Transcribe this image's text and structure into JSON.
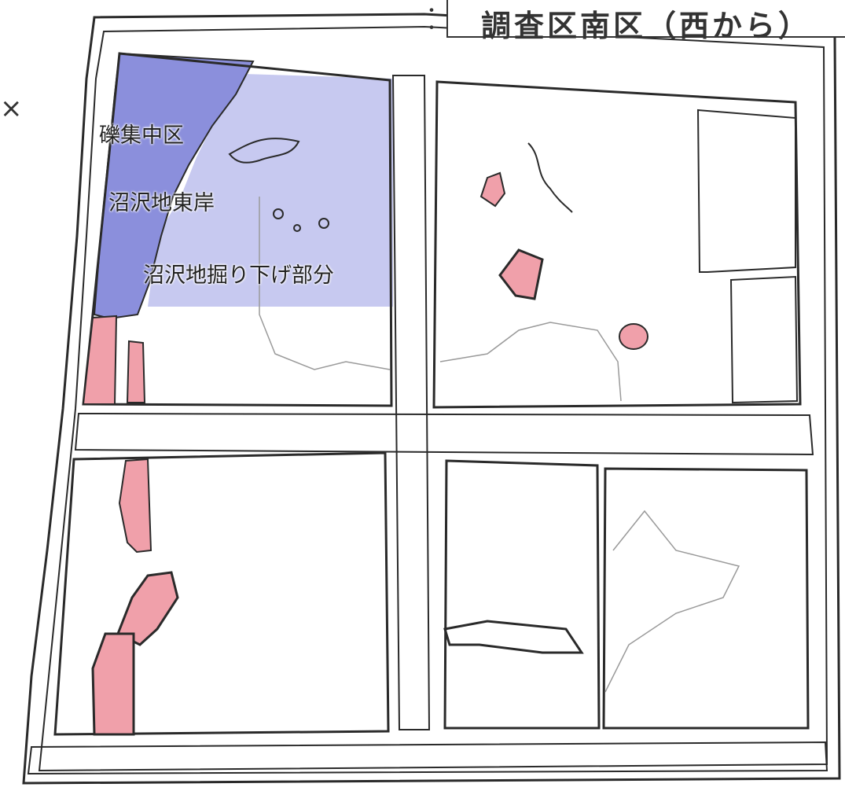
{
  "title": "調査区南区（西から）",
  "title_dots": "・\n・",
  "mark": "×",
  "labels": {
    "gravel_zone": "礫集中区",
    "marsh_east_shore": "沼沢地東岸",
    "marsh_dug_part": "沼沢地掘り下げ部分"
  },
  "colors": {
    "gravel_zone_fill": "#8b8fdc",
    "marsh_dug_fill": "#c7c9f0",
    "feature_fill": "#f0a0aa",
    "outline": "#2a2a2a",
    "faint_line": "#9a9a9a"
  }
}
